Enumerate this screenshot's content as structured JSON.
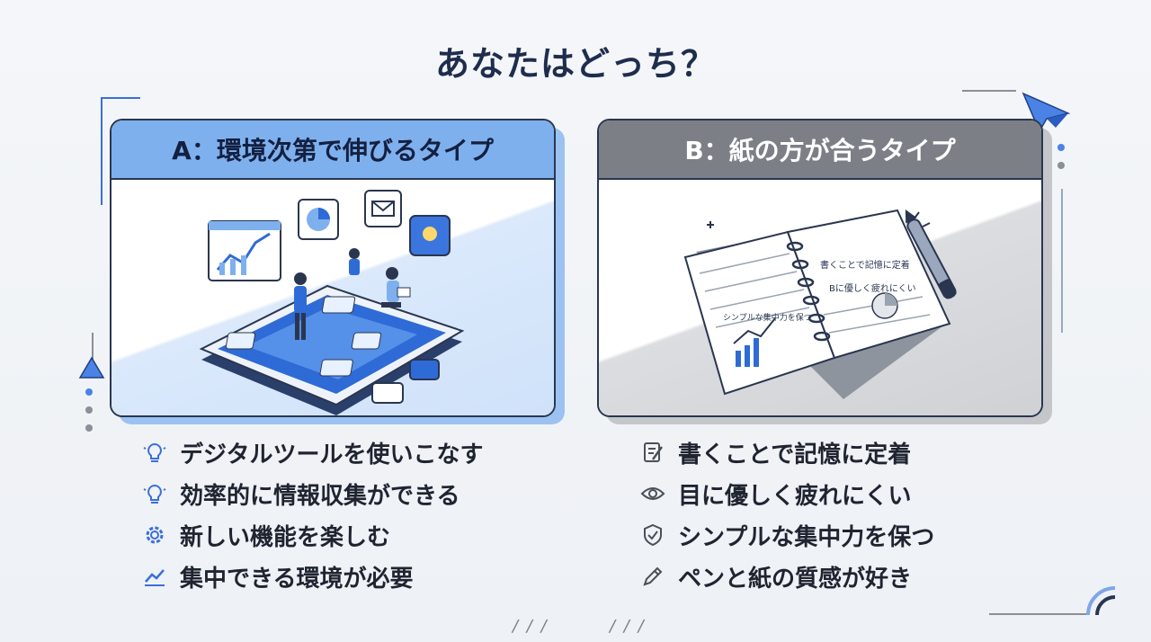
{
  "title": "あなたはどっち？",
  "colors": {
    "accent": "#3a6fd8",
    "a_header": "#7fb0ee",
    "b_header": "#7c8086",
    "dark": "#1f2d4d"
  },
  "option_a": {
    "header": "A：環境次第で伸びるタイプ",
    "items": [
      {
        "icon": "lightbulb-icon",
        "label": "デジタルツールを使いこなす"
      },
      {
        "icon": "lightbulb-icon",
        "label": "効率的に情報収集ができる"
      },
      {
        "icon": "gear-icon",
        "label": "新しい機能を楽しむ"
      },
      {
        "icon": "chart-icon",
        "label": "集中できる環境が必要"
      }
    ]
  },
  "option_b": {
    "header": "B：紙の方が合うタイプ",
    "items": [
      {
        "icon": "memo-icon",
        "label": "書くことで記憶に定着"
      },
      {
        "icon": "eye-icon",
        "label": "目に優しく疲れにくい"
      },
      {
        "icon": "shield-check-icon",
        "label": "シンプルな集中力を保つ"
      },
      {
        "icon": "pen-icon",
        "label": "ペンと紙の質感が好き"
      }
    ]
  },
  "notebook_text": {
    "line1": "書くことで記憶に定着",
    "line2": "Bに優しく疲れにくい",
    "line3": "シンプルな集中力を保つ"
  }
}
